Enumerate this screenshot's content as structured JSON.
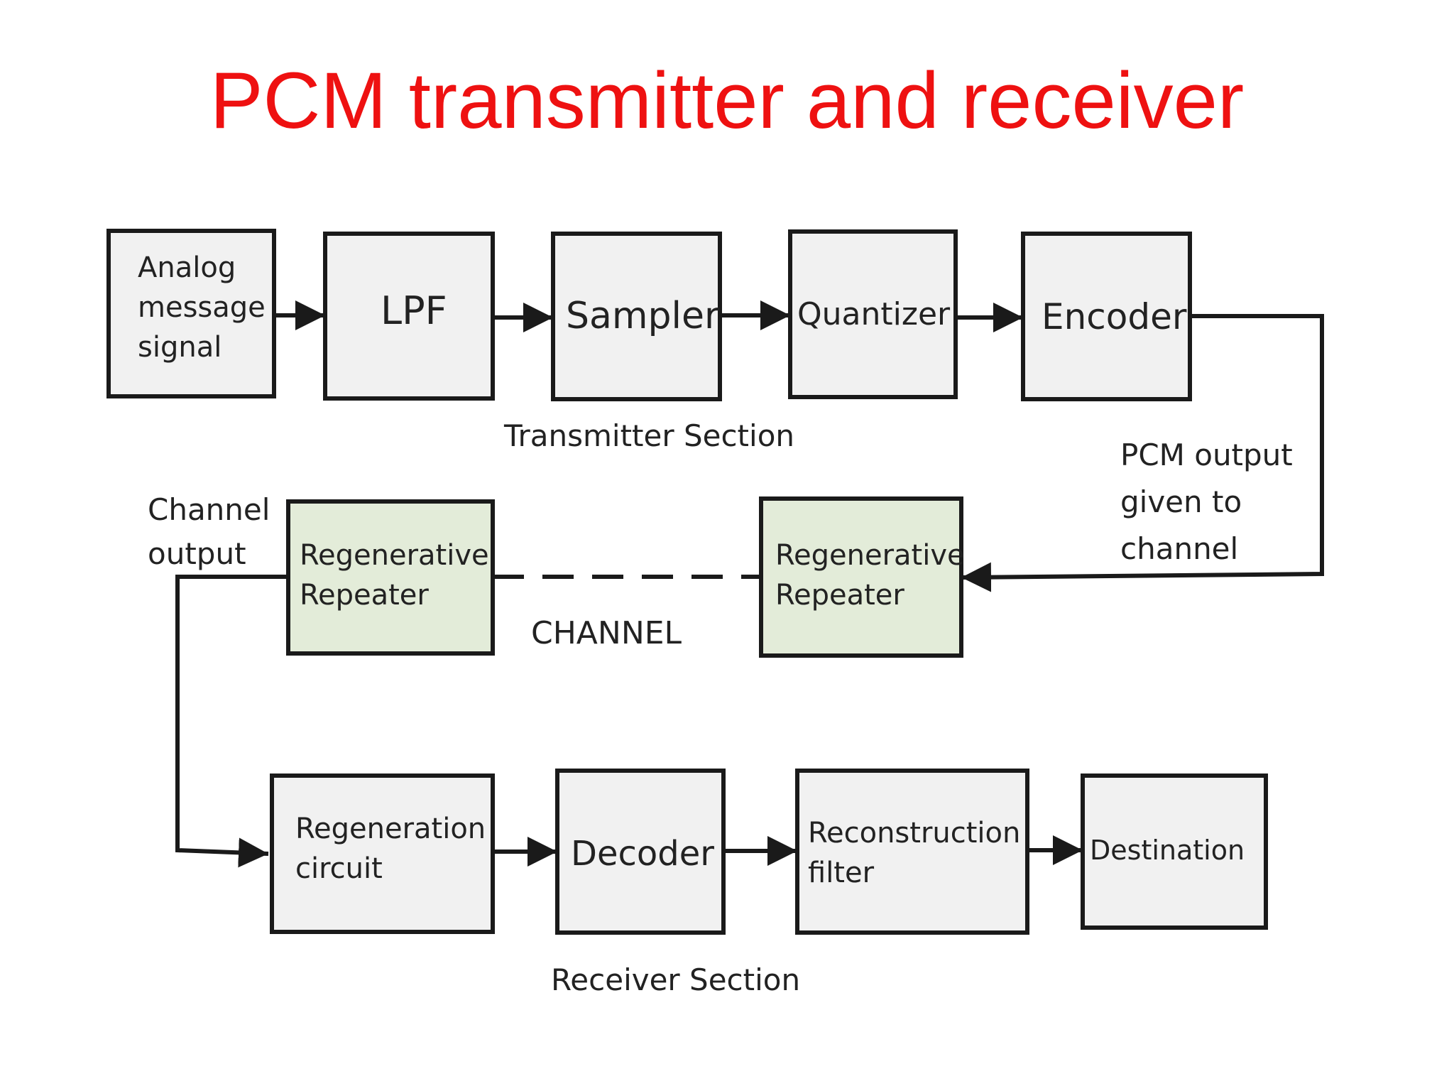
{
  "title": "PCM transmitter and receiver",
  "colors": {
    "title": "#ee1111",
    "block_fill": "#f1f1f1",
    "repeater_fill": "#e3ecd9",
    "line": "#1a1a1a",
    "text": "#222222"
  },
  "blocks": {
    "analog": [
      "Analog",
      "message",
      "signal"
    ],
    "lpf": [
      "LPF"
    ],
    "sampler": [
      "Sampler"
    ],
    "quantizer": [
      "Quantizer"
    ],
    "encoder": [
      "Encoder"
    ],
    "repeater_right": [
      "Regenerative",
      "Repeater"
    ],
    "repeater_left": [
      "Regenerative",
      "Repeater"
    ],
    "regeneration": [
      "Regeneration",
      "circuit"
    ],
    "decoder": [
      "Decoder"
    ],
    "reconstruction": [
      "Reconstruction",
      "filter"
    ],
    "destination": [
      "Destination"
    ]
  },
  "captions": {
    "transmitter_section": "Transmitter Section",
    "pcm_output": [
      "PCM output",
      "given to",
      "channel"
    ],
    "channel_output": [
      "Channel",
      "output"
    ],
    "channel": "CHANNEL",
    "receiver_section": "Receiver Section"
  }
}
